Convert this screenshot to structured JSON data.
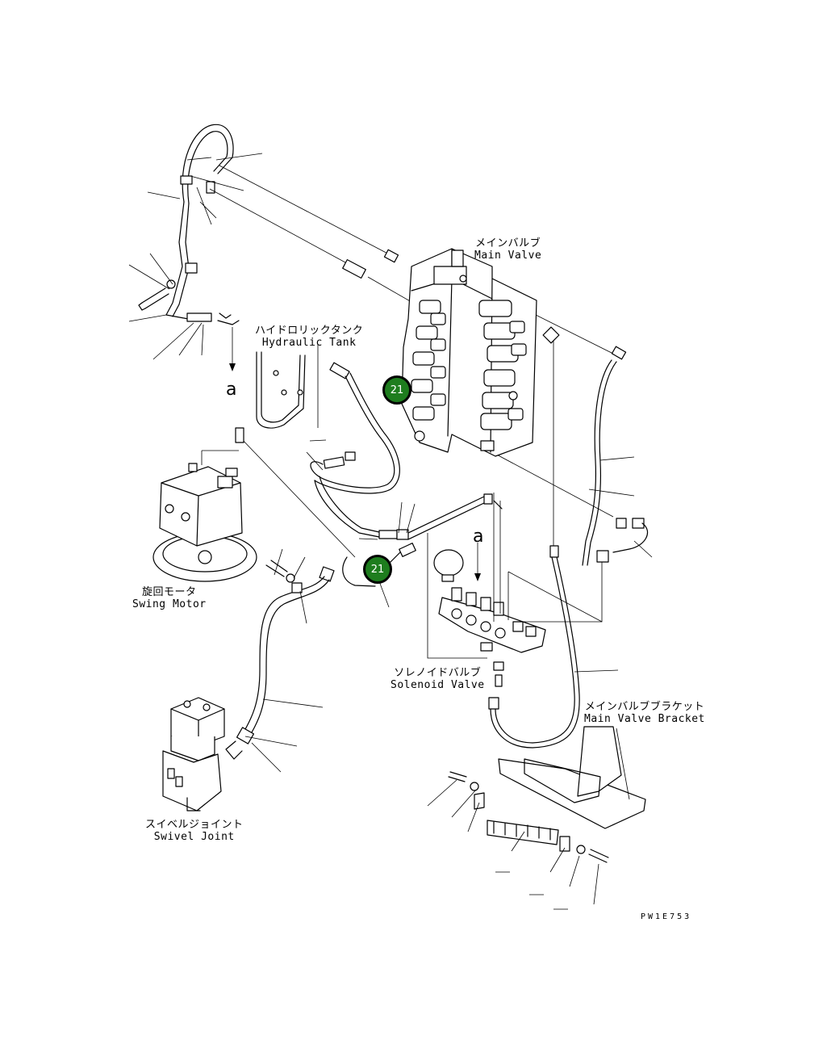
{
  "labels": {
    "main_valve_jp": "メインバルブ",
    "main_valve_en": "Main Valve",
    "hydraulic_tank_jp": "ハイドロリックタンク",
    "hydraulic_tank_en": "Hydraulic Tank",
    "swing_motor_jp": "旋回モータ",
    "swing_motor_en": "Swing Motor",
    "solenoid_valve_jp": "ソレノイドバルブ",
    "solenoid_valve_en": "Solenoid Valve",
    "main_valve_bracket_jp": "メインバルブブラケット",
    "main_valve_bracket_en": "Main Valve Bracket",
    "swivel_joint_jp": "スイベルジョイント",
    "swivel_joint_en": "Swivel Joint"
  },
  "view_markers": [
    "a",
    "a"
  ],
  "callouts": [
    {
      "number": "21",
      "color": "#1e7d1e"
    },
    {
      "number": "21",
      "color": "#1e7d1e"
    }
  ],
  "drawing_code": "PW1E753"
}
